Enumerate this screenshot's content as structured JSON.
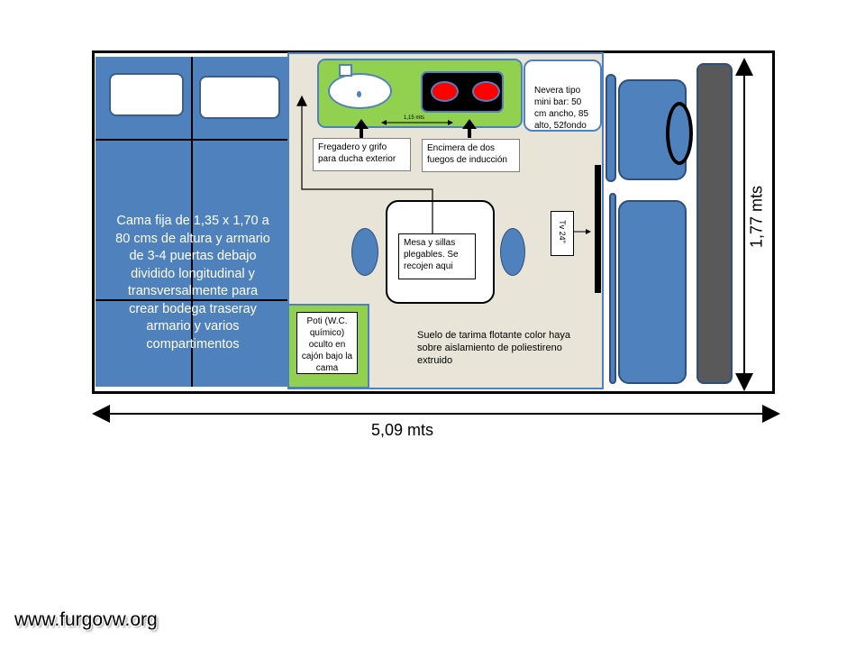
{
  "bed": {
    "label": "Cama fija de  1,35  x 1,70 a 80 cms     de  altura y armario de 3-4 puertas debajo dividido longitudinal y transversalmente para crear bodega traseray armario y varios compartimentos"
  },
  "kitchen": {
    "sink_label": "Fregadero y grifo para ducha exterior",
    "cooktop_label": "Encimera de dos fuegos de inducción",
    "counter_length": "1,15 mts",
    "fridge_label": "Nevera tipo mini bar: 50 cm ancho, 85 alto, 52fondo"
  },
  "table": {
    "label": "Mesa y sillas plegables. Se recojen aqui"
  },
  "tv": {
    "label": "Tv 24\""
  },
  "wc": {
    "label": "Poti (W.C. químico) oculto en cajón bajo la cama"
  },
  "floor": {
    "label": "Suelo de tarima flotante color haya sobre aislamiento de poliestireno extruido"
  },
  "dimensions": {
    "length": "5,09 mts",
    "width": "1,77 mts"
  },
  "watermark": "www.furgovw.org",
  "colors": {
    "bed": "#4f81bd",
    "counter": "#92d050",
    "floor": "#e8e4d8",
    "burner": "#ff0000",
    "dashboard": "#595959"
  }
}
